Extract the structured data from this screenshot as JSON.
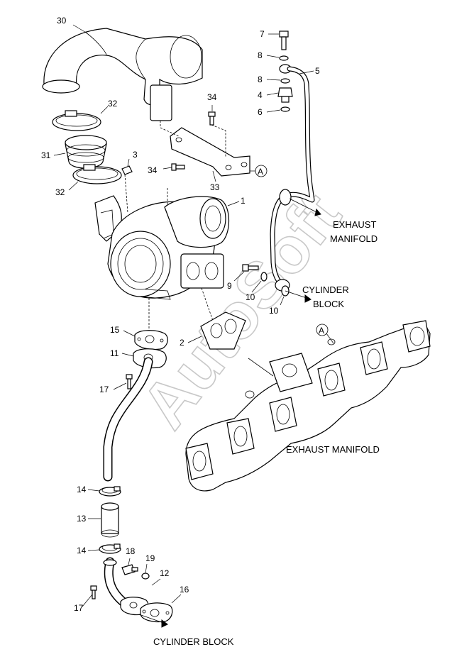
{
  "callouts": {
    "c1": "1",
    "c2": "2",
    "c3": "3",
    "c4": "4",
    "c5": "5",
    "c6": "6",
    "c7": "7",
    "c8a": "8",
    "c8b": "8",
    "c9": "9",
    "c10a": "10",
    "c10b": "10",
    "c11": "11",
    "c12": "12",
    "c13": "13",
    "c14a": "14",
    "c14b": "14",
    "c15": "15",
    "c16": "16",
    "c17a": "17",
    "c17b": "17",
    "c18": "18",
    "c19": "19",
    "c30": "30",
    "c31": "31",
    "c32a": "32",
    "c32b": "32",
    "c33": "33",
    "c34a": "34",
    "c34b": "34"
  },
  "reference_marks": {
    "a1": "A",
    "a2": "A"
  },
  "labels": {
    "exhaust_manifold_right_1": "EXHAUST",
    "exhaust_manifold_right_2": "MANIFOLD",
    "cylinder_block_right_1": "CYLINDER",
    "cylinder_block_right_2": "BLOCK",
    "exhaust_manifold_main": "EXHAUST MANIFOLD",
    "cylinder_block_bottom": "CYLINDER BLOCK"
  },
  "watermark": "AutoSoft",
  "colors": {
    "line": "#000000",
    "background": "#ffffff",
    "watermark": "#c8c8c8"
  }
}
